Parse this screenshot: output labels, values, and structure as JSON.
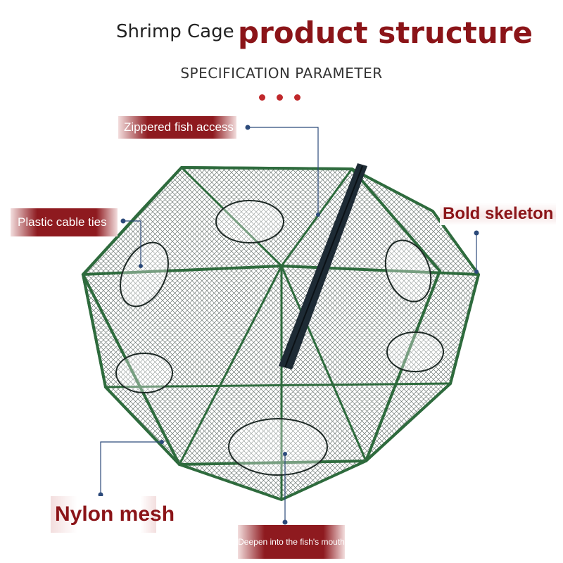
{
  "header": {
    "subtitle": "Shrimp Cage",
    "title": "product structure",
    "spec": "SPECIFICATION PARAMETER"
  },
  "callouts": {
    "zippered": "Zippered fish access",
    "plastic": "Plastic cable ties",
    "skeleton": "Bold skeleton",
    "nylon": "Nylon mesh",
    "deepen": "Deepen into the fish's mouth"
  },
  "colors": {
    "accent": "#8b1418",
    "dot": "#c0282b",
    "frame": "#2e6b3d",
    "leader": "#2c4a7a"
  }
}
